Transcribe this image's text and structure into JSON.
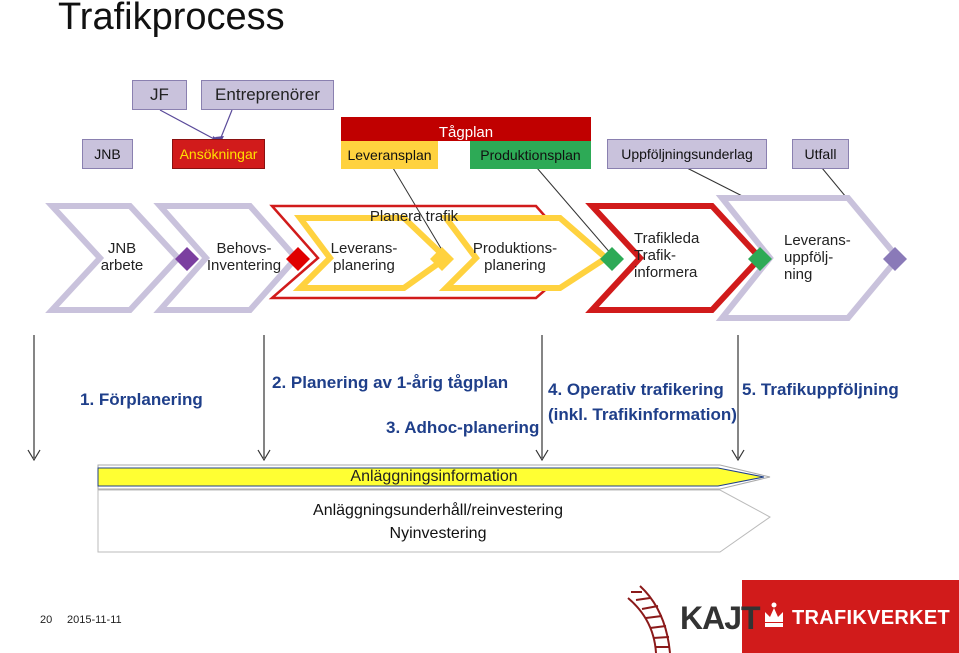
{
  "title": "Trafikprocess",
  "top_boxes": {
    "jf": "JF",
    "entreprenorer": "Entreprenörer",
    "tagplan": "Tågplan"
  },
  "row_boxes": {
    "jnb": "JNB",
    "ansokningar": "Ansökningar",
    "leveransplan": "Leveransplan",
    "produktionsplan": "Produktionsplan",
    "uppfoljningsunderlag": "Uppföljningsunderlag",
    "utfall": "Utfall"
  },
  "chevrons": {
    "planera_trafik": "Planera trafik",
    "c1": [
      "JNB",
      "arbete"
    ],
    "c2": [
      "Behovs-",
      "Inventering"
    ],
    "c3": [
      "Leverans-",
      "planering"
    ],
    "c4": [
      "Produktions-",
      "planering"
    ],
    "c5": [
      "Trafikleda",
      "Trafik-",
      "informera"
    ],
    "c6": [
      "Leverans-",
      "uppfölj-",
      "ning"
    ]
  },
  "phases": {
    "p1": "1. Förplanering",
    "p2": "2. Planering av 1-årig tågplan",
    "p3": "3. Adhoc-planering",
    "p4a": "4. Operativ trafikering",
    "p4b": "(inkl. Trafikinformation)",
    "p5": "5. Trafikuppföljning"
  },
  "bottom": {
    "anlaggningsinformation": "Anläggningsinformation",
    "line1": "Anläggningsunderhåll/reinvestering",
    "line2": "Nyinvestering"
  },
  "footer": {
    "page": "20",
    "date": "2015-11-11",
    "kajt_logo": "KAJT",
    "trafikverket": "TRAFIKVERKET"
  },
  "colors": {
    "purple_box": "#c9c2dc",
    "red": "#d11b1b",
    "dark_red": "#c00000",
    "yellow": "#ffd23f",
    "green": "#2daa56",
    "violet": "#7b3fa0",
    "blue_text": "#1f3f8a"
  }
}
